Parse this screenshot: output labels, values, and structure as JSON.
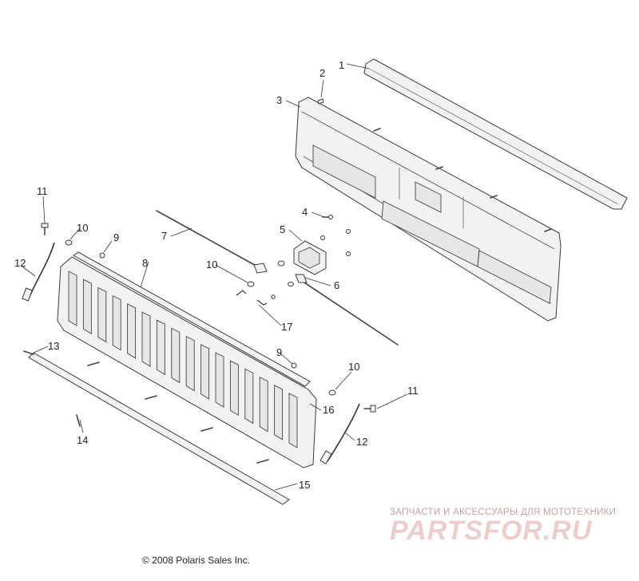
{
  "callouts": [
    {
      "id": "c1",
      "label": "1"
    },
    {
      "id": "c2",
      "label": "2"
    },
    {
      "id": "c3",
      "label": "3"
    },
    {
      "id": "c4",
      "label": "4"
    },
    {
      "id": "c5",
      "label": "5"
    },
    {
      "id": "c6",
      "label": "6"
    },
    {
      "id": "c7",
      "label": "7"
    },
    {
      "id": "c8",
      "label": "8"
    },
    {
      "id": "c9a",
      "label": "9"
    },
    {
      "id": "c9b",
      "label": "9"
    },
    {
      "id": "c10a",
      "label": "10"
    },
    {
      "id": "c10b",
      "label": "10"
    },
    {
      "id": "c10c",
      "label": "10"
    },
    {
      "id": "c11a",
      "label": "11"
    },
    {
      "id": "c11b",
      "label": "11"
    },
    {
      "id": "c12a",
      "label": "12"
    },
    {
      "id": "c12b",
      "label": "12"
    },
    {
      "id": "c13",
      "label": "13"
    },
    {
      "id": "c14",
      "label": "14"
    },
    {
      "id": "c15",
      "label": "15"
    },
    {
      "id": "c16",
      "label": "16"
    },
    {
      "id": "c17",
      "label": "17"
    }
  ],
  "footer": {
    "copyright": "© 2008 Polaris Sales Inc."
  },
  "watermark": {
    "tagline": "ЗАПЧАСТИ И АКСЕССУАРЫ ДЛЯ МОТОТЕХНИКИ",
    "logo_text": "PARTSFOR.RU"
  },
  "colors": {
    "line": "#3a3a3a",
    "watermark": "#d8a8a8"
  }
}
